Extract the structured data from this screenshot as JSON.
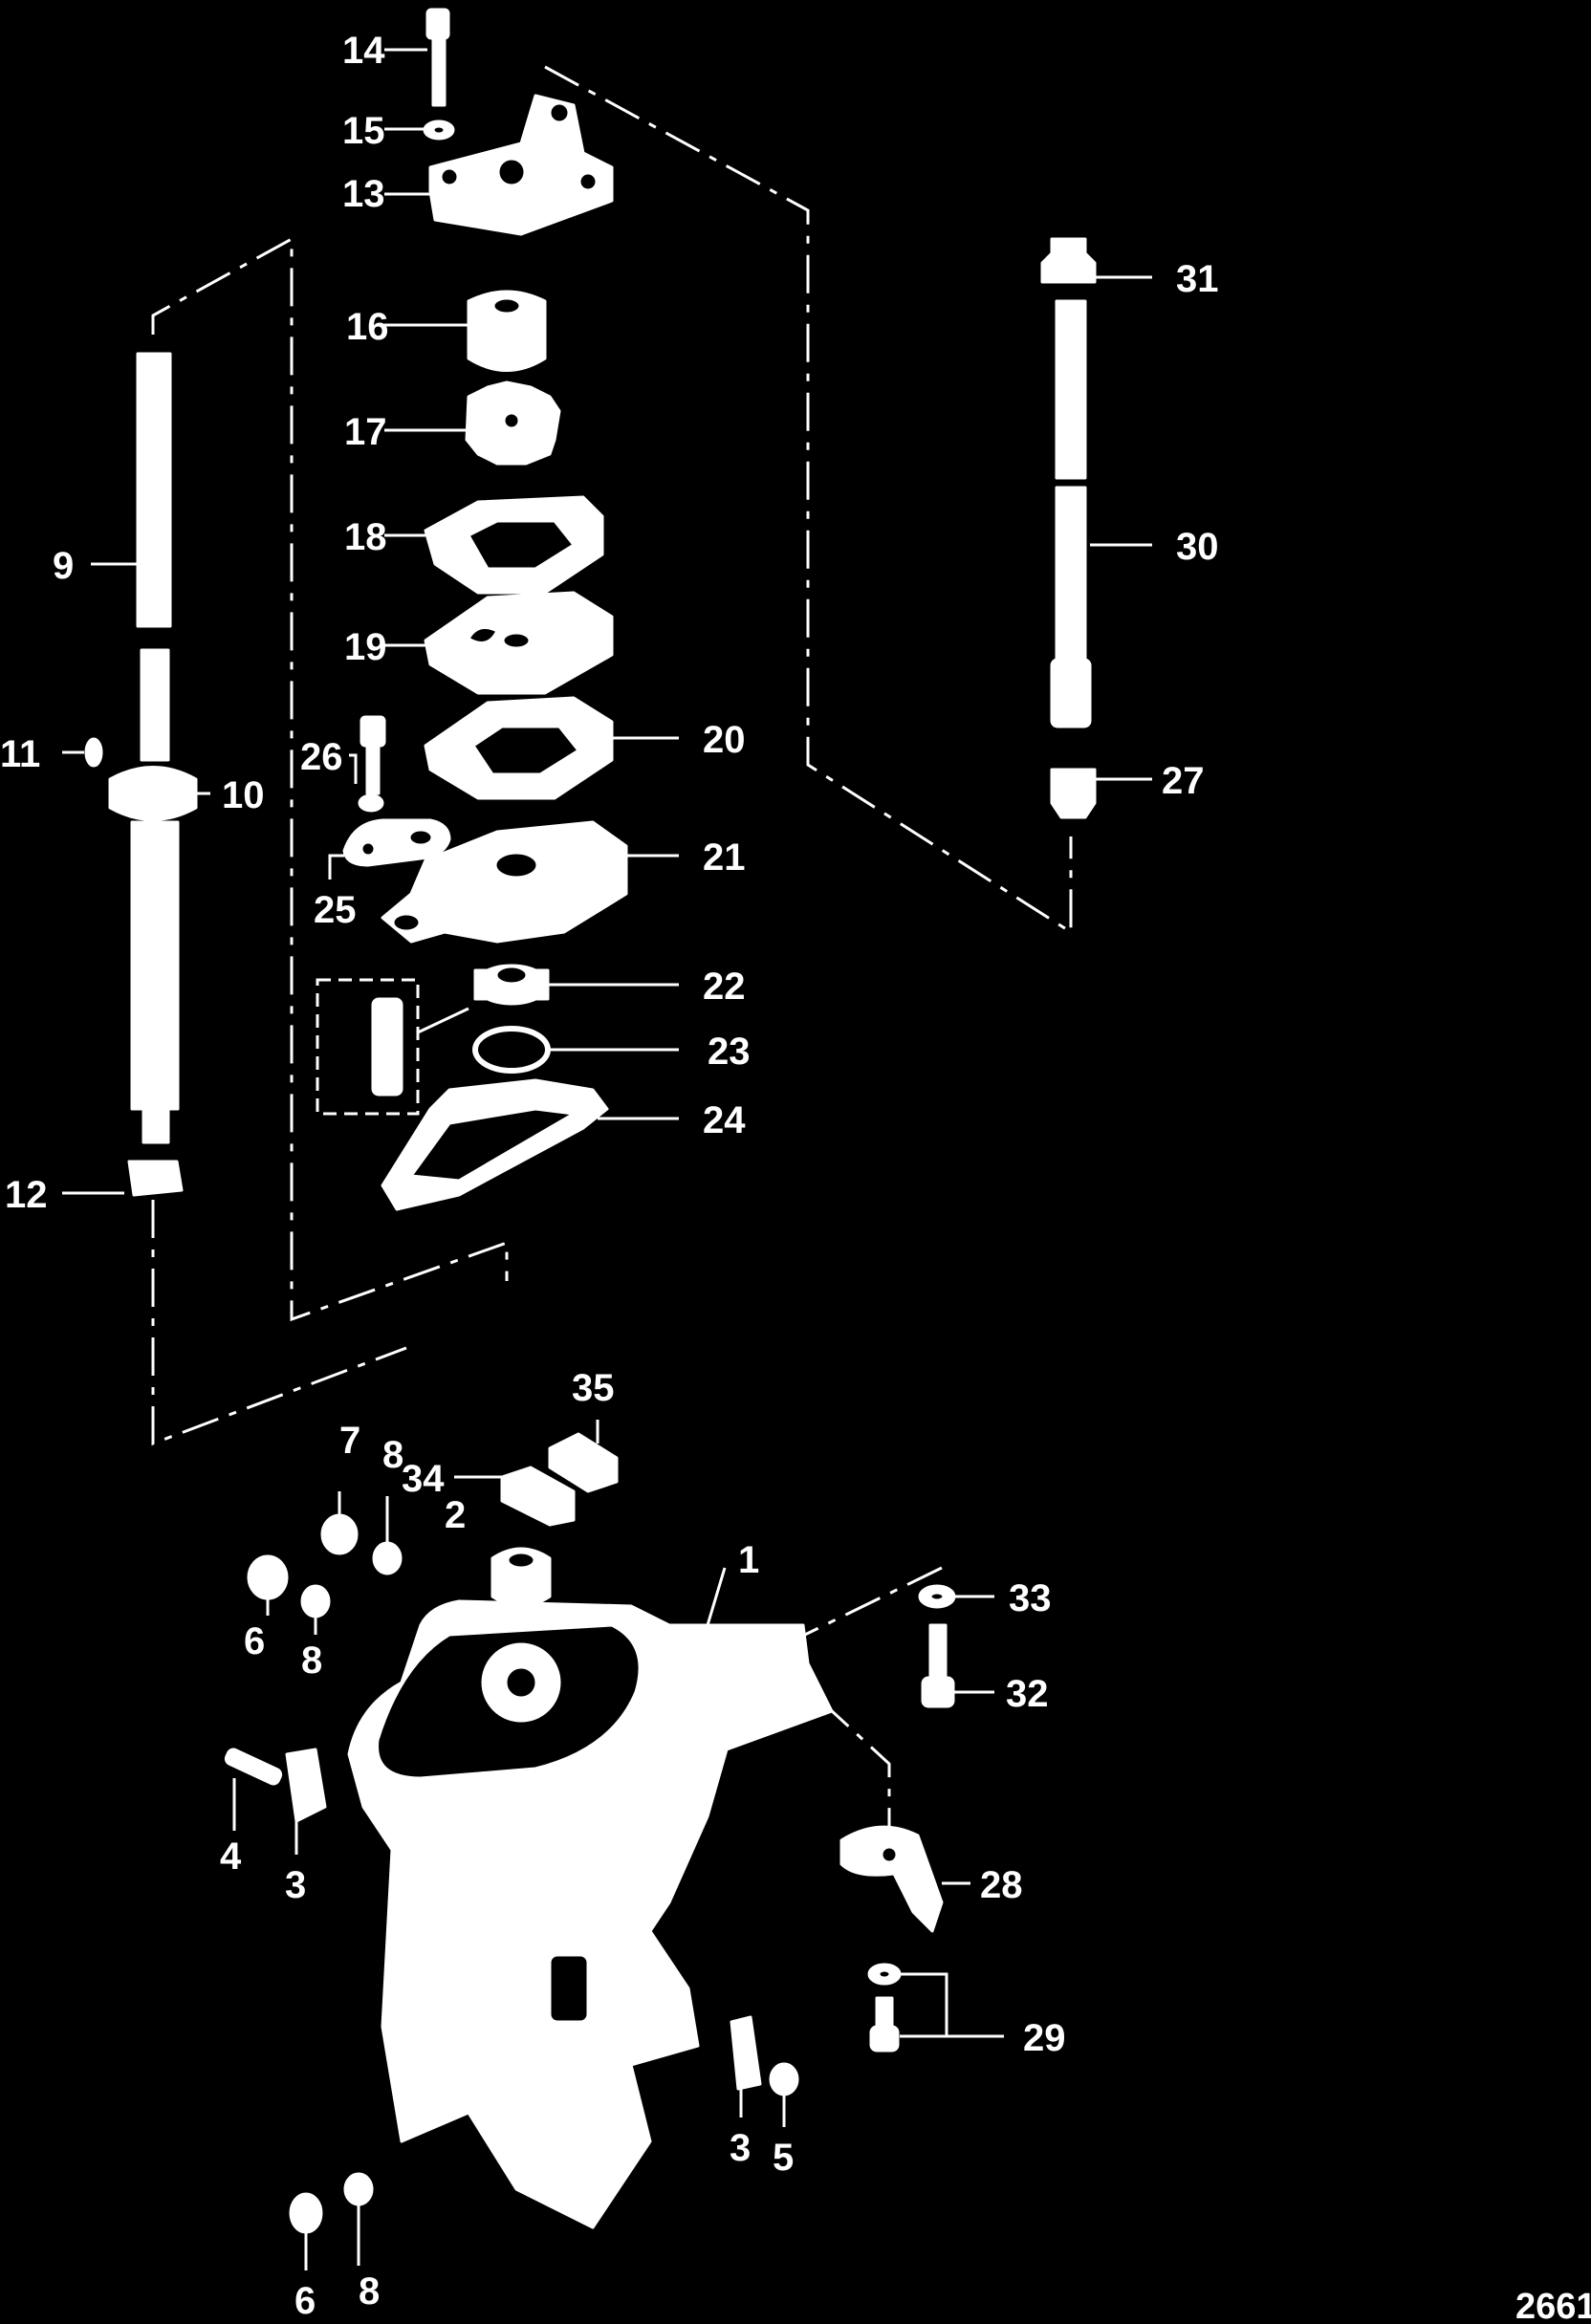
{
  "figure_number": "2661",
  "colors": {
    "background": "#000000",
    "line_art": "#ffffff"
  },
  "callouts": [
    "1",
    "2",
    "3",
    "3",
    "4",
    "5",
    "6",
    "6",
    "7",
    "8",
    "8",
    "8",
    "9",
    "10",
    "11",
    "12",
    "13",
    "14",
    "15",
    "16",
    "17",
    "18",
    "19",
    "20",
    "21",
    "22",
    "23",
    "24",
    "25",
    "26",
    "27",
    "28",
    "29",
    "30",
    "31",
    "32",
    "33",
    "34",
    "35"
  ]
}
